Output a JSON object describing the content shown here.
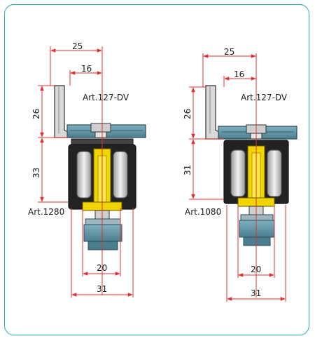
{
  "colors": {
    "frame": "#2ba6b6",
    "dimension": "#e03030",
    "steel": "#5a8fa0",
    "wheel": "#d8d8d8",
    "yellow": "#f1d400",
    "body": "#222222"
  },
  "left": {
    "top_width": "25",
    "top_inner": "16",
    "bracket": "Art.127-DV",
    "height_top": "26",
    "height_body": "33",
    "carriage": "Art.1280",
    "base_inner": "20",
    "base_outer": "31"
  },
  "right": {
    "top_width": "25",
    "top_inner": "16",
    "bracket": "Art.127-DV",
    "height_top": "26",
    "height_body": "31",
    "carriage": "Art.1080",
    "base_inner": "20",
    "base_outer": "31"
  }
}
